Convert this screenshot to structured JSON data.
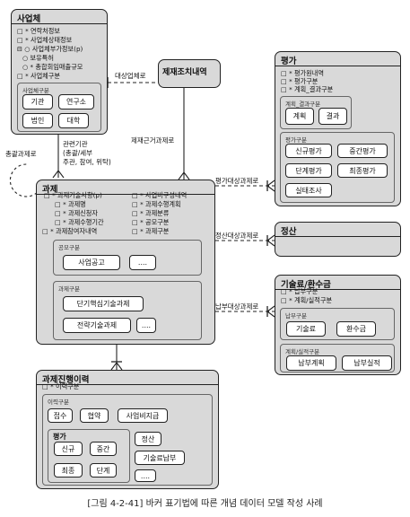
{
  "entities": {
    "business": {
      "title": "사업체",
      "attrs": [
        "□ * 연락처정보",
        "□ * 사업체상태정보",
        "⊟ ○ 사업체부가정보(p)",
        "○ 보유특허",
        "○ * 총합회임매출규모",
        "□ * 사업체구분"
      ],
      "group_label": "사업체구분",
      "options": [
        "기관",
        "연구소",
        "법인",
        "대학"
      ]
    },
    "sanction": {
      "title": "제재조치내역"
    },
    "evaluation": {
      "title": "평가",
      "attrs": [
        "□ * 평가원내역",
        "□ * 평가구분",
        "□ * 계획_결과구분"
      ],
      "group1_label": "계획_결과구분",
      "group1_options": [
        "계획",
        "결과"
      ],
      "group2_label": "평가구분",
      "group2_options": [
        "신규평가",
        "중간평가",
        "단계평가",
        "최종평가",
        "실태조사"
      ]
    },
    "task": {
      "title": "과제",
      "attrs_left": [
        "□ * 과제기술사항(p)",
        "□ * 과제명",
        "□ * 과제신청자",
        "□ * 과제수행기간",
        "□ * 과제참여자내역"
      ],
      "attrs_right": [
        "□ * 사업비구성내역",
        "□ * 과제수행계획",
        "□ * 과제분류",
        "□ * 공모구분",
        "□ * 과제구분"
      ],
      "group1_label": "공모구분",
      "group1_options": [
        "사업공고",
        "...."
      ],
      "group2_label": "과제구분",
      "group2_options": [
        "단기핵심기술과제",
        "전략기술과제",
        "...."
      ]
    },
    "settlement": {
      "title": "정산"
    },
    "fee": {
      "title": "기술료/환수금",
      "attrs": [
        "□ * 납부구분",
        "□ * 계획/실적구분"
      ],
      "group1_label": "납부구분",
      "group1_options": [
        "기술료",
        "환수금"
      ],
      "group2_label": "계획/실적구분",
      "group2_options": [
        "납부계획",
        "납부실적"
      ]
    },
    "history": {
      "title": "과제진행이력",
      "attrs": [
        "□ * 이력구분"
      ],
      "group_label": "이력구분",
      "options": [
        "접수",
        "협약",
        "사업비지급",
        "...."
      ],
      "eval_label": "평가",
      "eval_options": [
        "신규",
        "중간",
        "최종",
        "단계"
      ],
      "side_options": [
        "정산",
        "기술료납부"
      ]
    }
  },
  "relations": {
    "target_business": "대상업체로",
    "sanction_basis": "제재근거과제로",
    "related_org": "관련기관",
    "related_org_detail1": "(총괄/세부",
    "related_org_detail2": "주관, 참여, 위탁)",
    "overall_task": "총괄과제로",
    "eval_target": "평가대상과제로",
    "settle_target": "정산대상과제로",
    "pay_target": "납부대상과제로"
  },
  "caption": "[그림 4-2-41] 바커 표기법에 따른 개념 데이터 모델 작성 사례"
}
